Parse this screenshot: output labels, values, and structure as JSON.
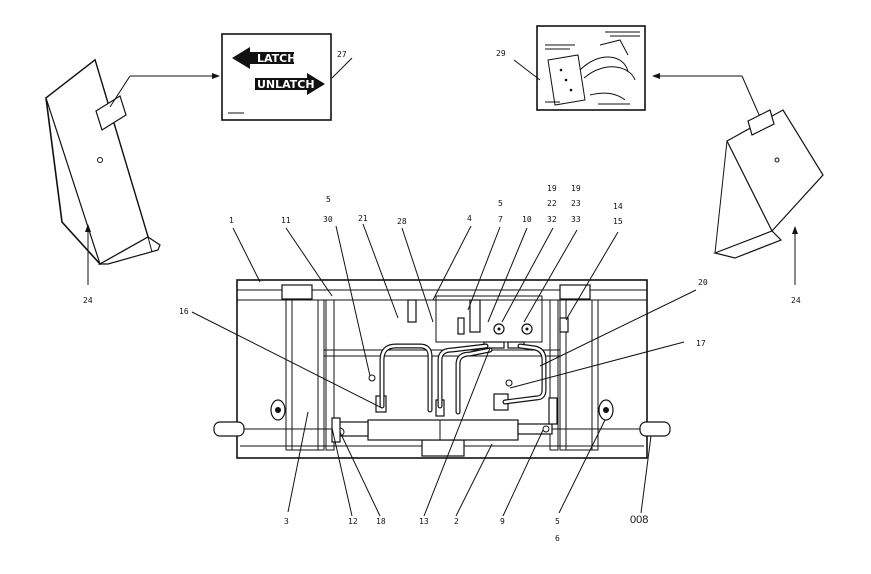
{
  "decal_latch": {
    "latch_label": "LATCH",
    "unlatch_label": "UNLATCH"
  },
  "diagram_ref": "008",
  "callouts": {
    "c27": "27",
    "c29": "29",
    "c24a": "24",
    "c24b": "24",
    "c1": "1",
    "c11": "11",
    "c5a": "5",
    "c30": "30",
    "c21": "21",
    "c28": "28",
    "c4": "4",
    "c5b": "5",
    "c7": "7",
    "c10": "10",
    "c19a": "19",
    "c22": "22",
    "c32": "32",
    "c19b": "19",
    "c23": "23",
    "c33": "33",
    "c14": "14",
    "c15": "15",
    "c16": "16",
    "c20": "20",
    "c17": "17",
    "c3": "3",
    "c12": "12",
    "c18": "18",
    "c13": "13",
    "c2": "2",
    "c9": "9",
    "c5c": "5",
    "c6": "6"
  }
}
